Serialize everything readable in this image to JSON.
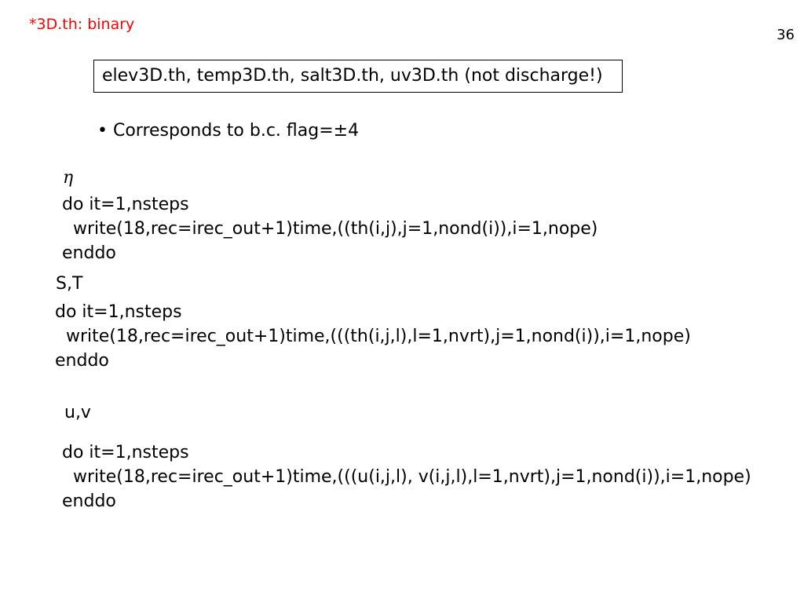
{
  "slide": {
    "title": "*3D.th: binary",
    "page_number": "36",
    "files_box": "elev3D.th, temp3D.th, salt3D.th, uv3D.th (not discharge!)",
    "bullet": "• Corresponds to b.c. flag=±4"
  },
  "sections": {
    "eta": {
      "label": "η",
      "lines": [
        "do it=1,nsteps",
        "  write(18,rec=irec_out+1)time,((th(i,j),j=1,nond(i)),i=1,nope)",
        "enddo"
      ]
    },
    "st": {
      "label": "S,T",
      "lines": [
        "do it=1,nsteps",
        "  write(18,rec=irec_out+1)time,(((th(i,j,l),l=1,nvrt),j=1,nond(i)),i=1,nope)",
        "enddo"
      ]
    },
    "uv": {
      "label": "u,v",
      "lines": [
        "do it=1,nsteps",
        "  write(18,rec=irec_out+1)time,(((u(i,j,l), v(i,j,l),l=1,nvrt),j=1,nond(i)),i=1,nope)",
        "enddo"
      ]
    }
  },
  "colors": {
    "title": "#ff0000",
    "text": "#000000",
    "background": "#ffffff"
  }
}
